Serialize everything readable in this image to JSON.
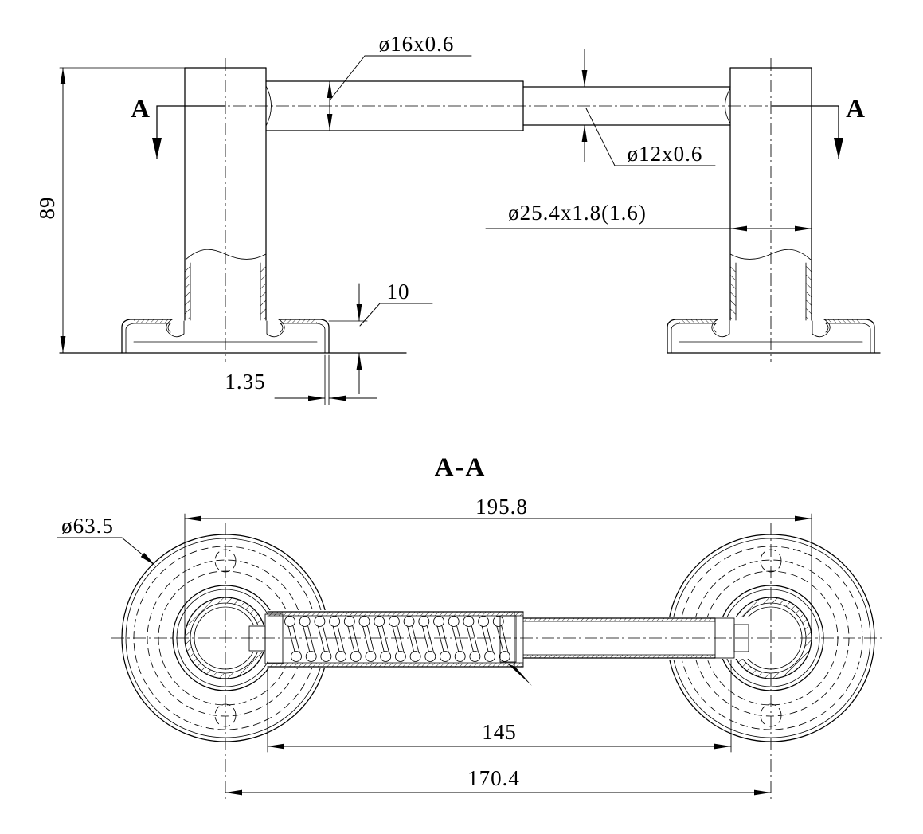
{
  "drawing": {
    "type": "mechanical engineering drawing - spring-loaded bar with two flanged posts",
    "background_color": "#ffffff",
    "line_color": "#000000",
    "front_view": {
      "section_marker_left": "A",
      "section_marker_right": "A",
      "dims": {
        "rod_large": "ø16x0.6",
        "rod_small": "ø12x0.6",
        "post_tube": "ø25.4x1.8(1.6)",
        "overall_height": "89",
        "base_height": "10",
        "base_lip": "1.35"
      }
    },
    "section_view": {
      "title": "A-A",
      "dims": {
        "flange_diameter": "ø63.5",
        "span_outer": "195.8",
        "span_inner": "145",
        "span_centers": "170.4"
      }
    }
  }
}
